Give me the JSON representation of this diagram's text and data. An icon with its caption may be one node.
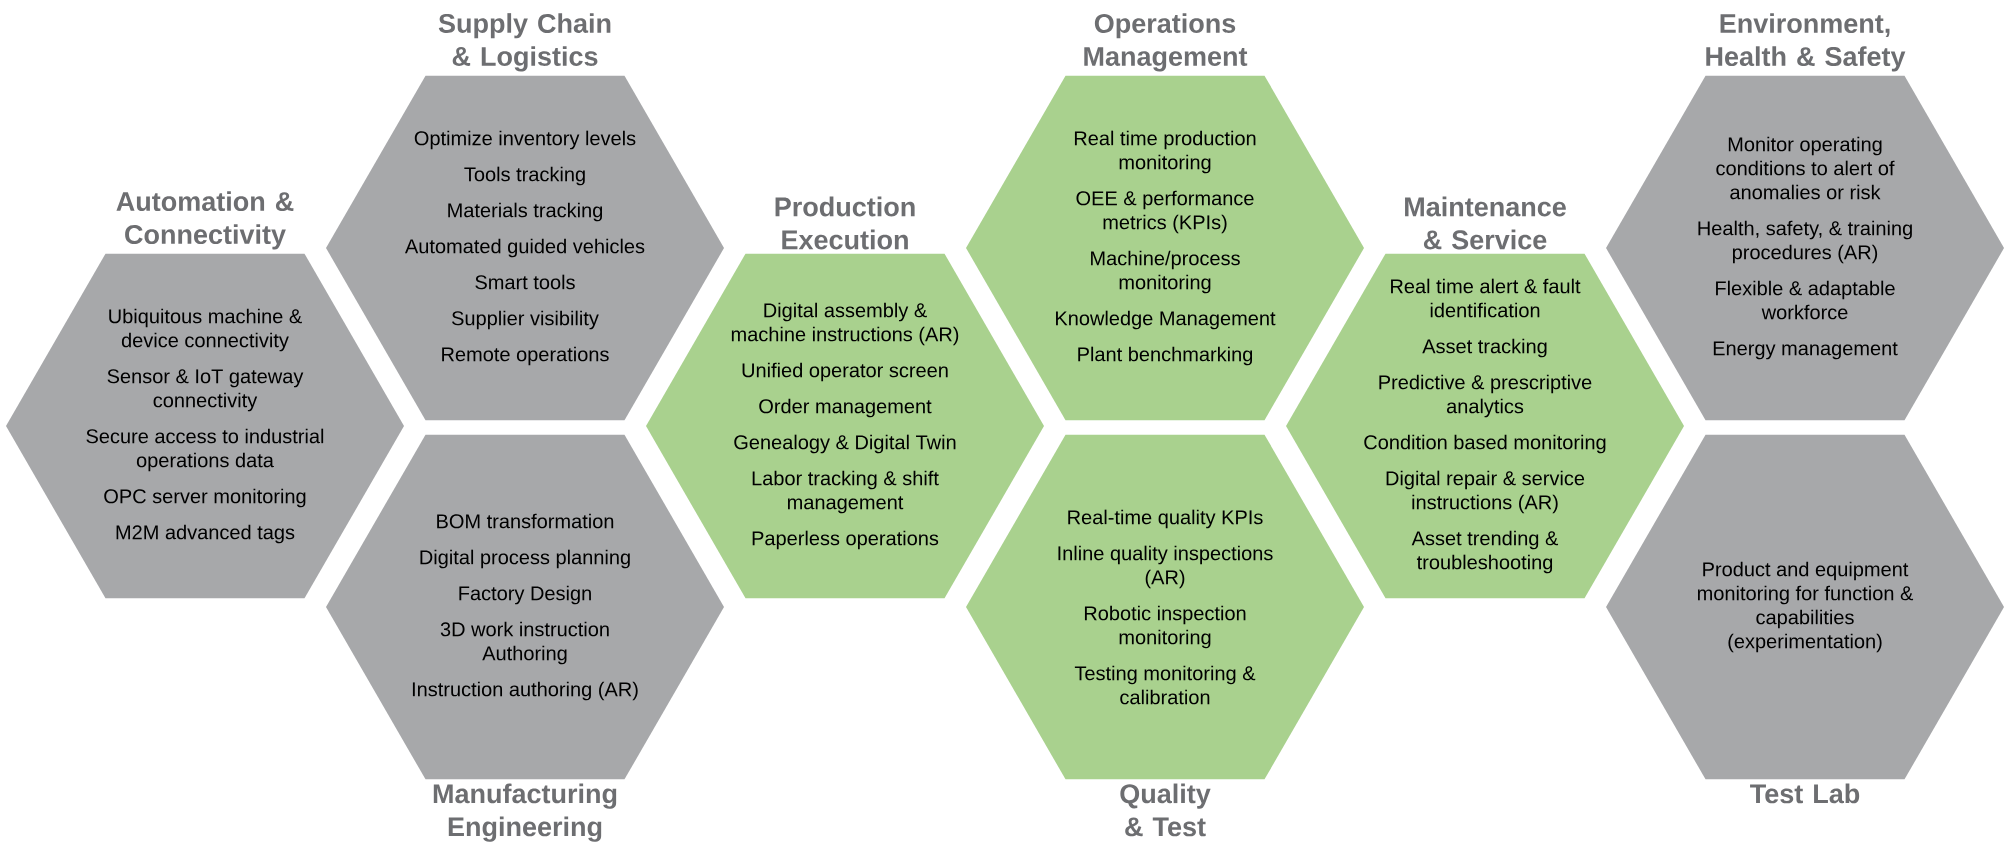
{
  "diagram": {
    "nodes": [
      {
        "text": [
          "Automation & Connectivity",
          "Ubiquitous machine & device connectivity",
          "Sensor & IoT gateway connectivity",
          "Secure access to industrial operations data",
          "OPC server monitoring",
          "M2M advanced tags"
        ]
      },
      {
        "text": [
          "Supply Chain & Logistics",
          "Optimize inventory levels",
          "Tools tracking",
          "Materials tracking",
          "Automated guided vehicles",
          "Smart tools",
          "Supplier visibility",
          "Remote operations"
        ]
      },
      {
        "text": [
          "BOM transformation",
          "Digital process planning",
          "Factory Design",
          "3D work instruction Authoring",
          "Instruction authoring (AR)",
          "Manufacturing Engineering"
        ]
      },
      {
        "text": [
          "Production Execution",
          "Digital assembly & machine instructions (AR)",
          "Unified operator screen",
          "Order management",
          "Genealogy & Digital Twin",
          "Labor tracking & shift management",
          "Paperless operations"
        ]
      },
      {
        "text": [
          "Operations Management",
          "Real time production monitoring",
          "OEE & performance metrics (KPIs)",
          "Machine/process monitoring",
          "Knowledge Management",
          "Plant benchmarking"
        ]
      },
      {
        "text": [
          "Real-time quality KPIs",
          "Inline quality inspections (AR)",
          "Robotic inspection monitoring",
          "Testing monitoring & calibration",
          "Quality & Test"
        ]
      },
      {
        "text": [
          "Maintenance & Service",
          "Real time alert & fault identification",
          "Asset tracking",
          "Predictive & prescriptive analytics",
          "Condition based monitoring",
          "Digital repair & service instructions (AR)",
          "Asset trending & troubleshooting"
        ]
      },
      {
        "text": [
          "Environment, Health & Safety",
          "Monitor operating conditions to alert of anomalies or risk",
          "Health, safety, & training procedures (AR)",
          "Flexible & adaptable workforce",
          "Energy management"
        ]
      },
      {
        "text": [
          "Product and equipment monitoring for function & capabilities (experimentation)",
          "Test Lab"
        ]
      }
    ]
  }
}
